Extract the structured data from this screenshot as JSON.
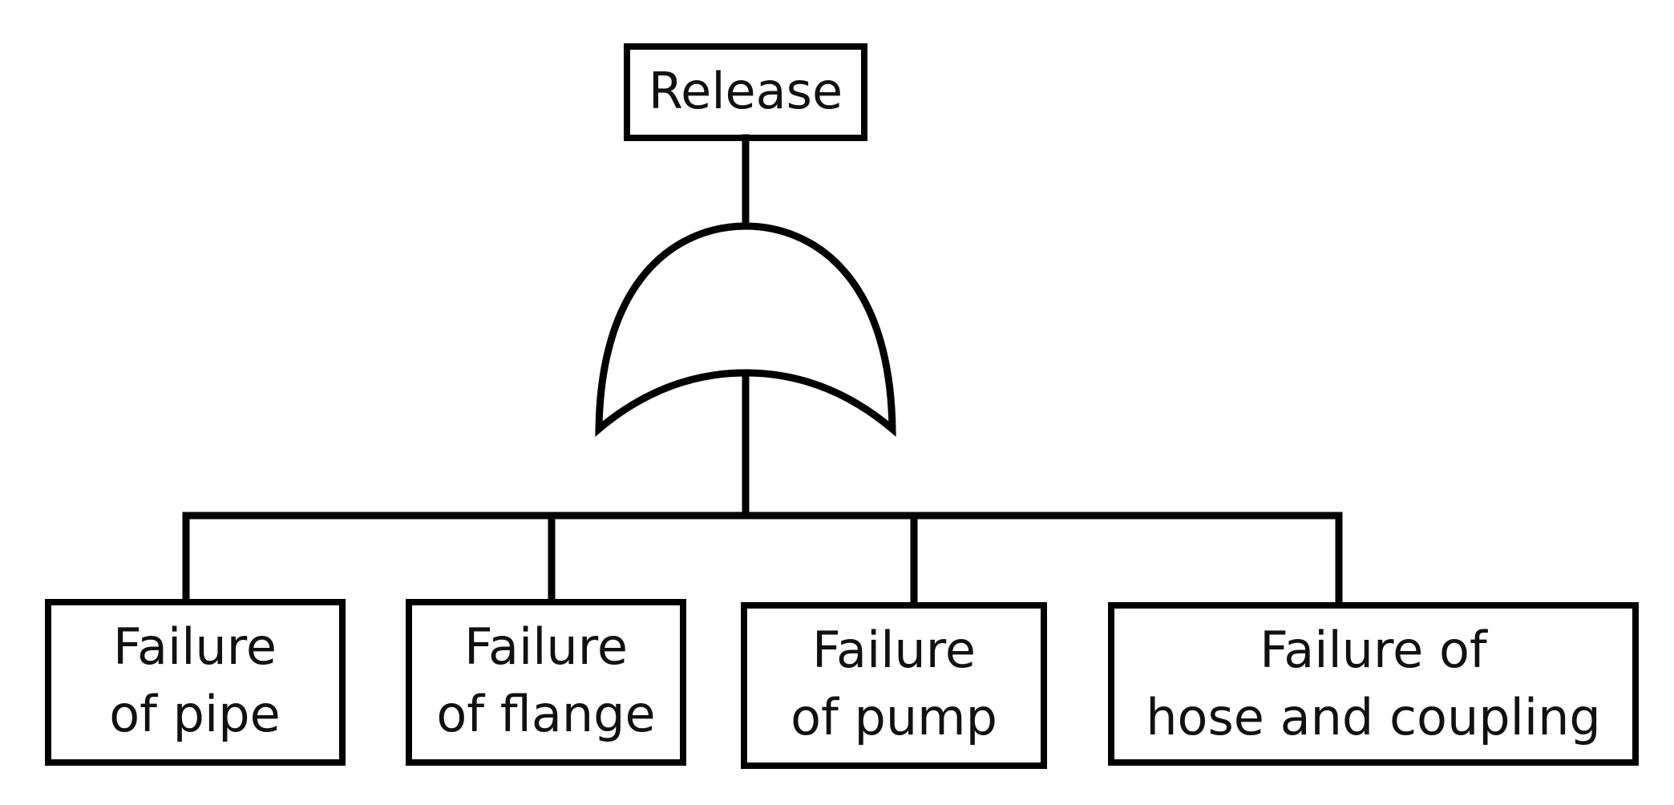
{
  "top_event": {
    "label": "Release"
  },
  "gate": {
    "type": "OR"
  },
  "basic_events": [
    {
      "line1": "Failure",
      "line2": "of pipe"
    },
    {
      "line1": "Failure",
      "line2": "of flange"
    },
    {
      "line1": "Failure",
      "line2": "of pump"
    },
    {
      "line1": "Failure of",
      "line2": "hose and coupling"
    }
  ],
  "colors": {
    "stroke": "#000000",
    "background": "#ffffff",
    "text": "#111111"
  }
}
